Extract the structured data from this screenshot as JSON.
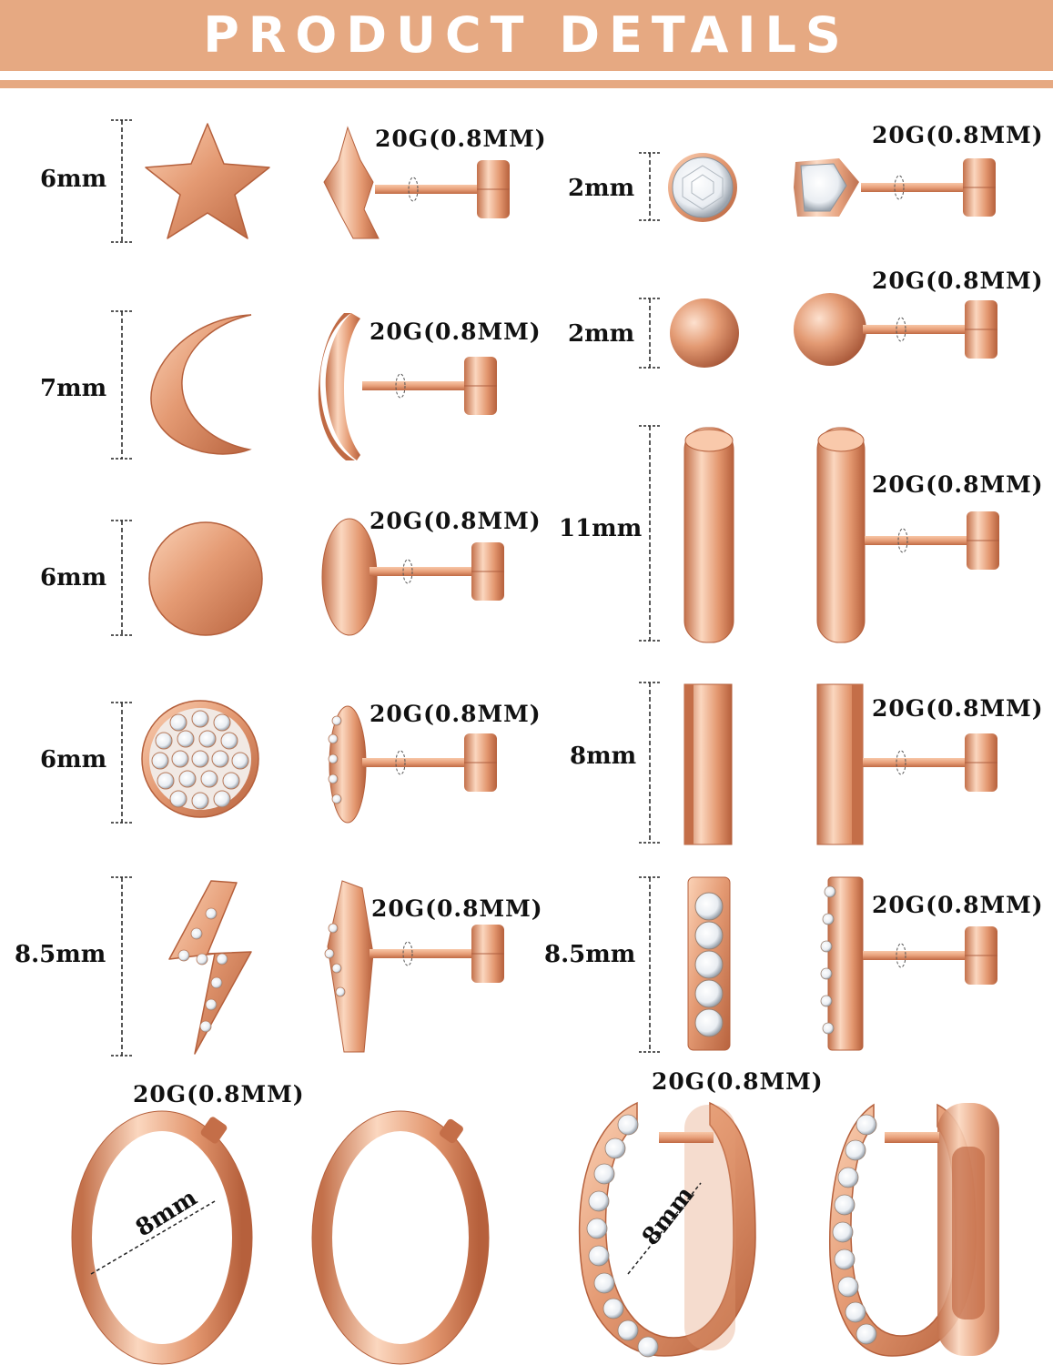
{
  "banner": {
    "title": "PRODUCT DETAILS",
    "color": "#e6a982"
  },
  "metal_color": "#e39a76",
  "left_column": [
    {
      "shape": "star",
      "size": "6mm",
      "gauge": "20G(0.8MM)"
    },
    {
      "shape": "moon",
      "size": "7mm",
      "gauge": "20G(0.8MM)"
    },
    {
      "shape": "disc",
      "size": "6mm",
      "gauge": "20G(0.8MM)"
    },
    {
      "shape": "pave-disc",
      "size": "6mm",
      "gauge": "20G(0.8MM)"
    },
    {
      "shape": "lightning-bolt",
      "size": "8.5mm",
      "gauge": "20G(0.8MM)"
    }
  ],
  "right_column": [
    {
      "shape": "crystal",
      "size": "2mm",
      "gauge": "20G(0.8MM)"
    },
    {
      "shape": "ball",
      "size": "2mm",
      "gauge": "20G(0.8MM)"
    },
    {
      "shape": "round-bar",
      "size": "11mm",
      "gauge": "20G(0.8MM)"
    },
    {
      "shape": "flat-bar",
      "size": "8mm",
      "gauge": "20G(0.8MM)"
    },
    {
      "shape": "pave-bar",
      "size": "8.5mm",
      "gauge": "20G(0.8MM)"
    }
  ],
  "hoops": [
    {
      "style": "plain-hoop",
      "size": "8mm",
      "gauge": "20G(0.8MM)"
    },
    {
      "style": "pave-huggie",
      "size": "8mm",
      "gauge": "20G(0.8MM)"
    }
  ]
}
